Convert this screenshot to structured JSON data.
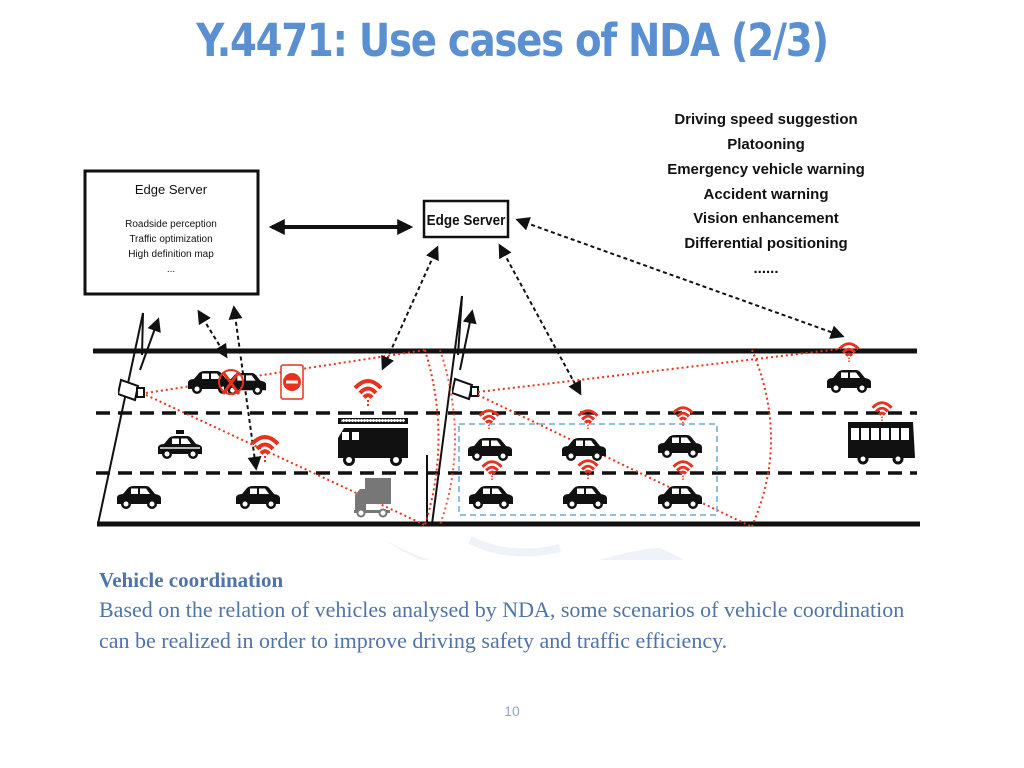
{
  "slide": {
    "title": "Y.4471: Use cases of NDA (2/3)",
    "page_number": "10"
  },
  "diagram": {
    "edge_server_left": {
      "title": "Edge Server",
      "functions": [
        "Roadside perception",
        "Traffic optimization",
        "High definition map",
        "..."
      ]
    },
    "edge_server_center": {
      "title": "Edge Server"
    },
    "services": [
      "Driving speed suggestion",
      "Platooning",
      "Emergency vehicle warning",
      "Accident warning",
      "Vision enhancement",
      "Differential positioning",
      "......"
    ],
    "colors": {
      "signal": "#e8321e",
      "sensor_range": "#e8321e",
      "platoon_box": "#6fa8d6",
      "road": "#111111",
      "truck": "#777777"
    }
  },
  "caption": {
    "heading": "Vehicle coordination",
    "body": "Based on the relation of vehicles analysed by NDA, some scenarios of vehicle coordination can be realized in order to improve driving safety and traffic efficiency."
  }
}
